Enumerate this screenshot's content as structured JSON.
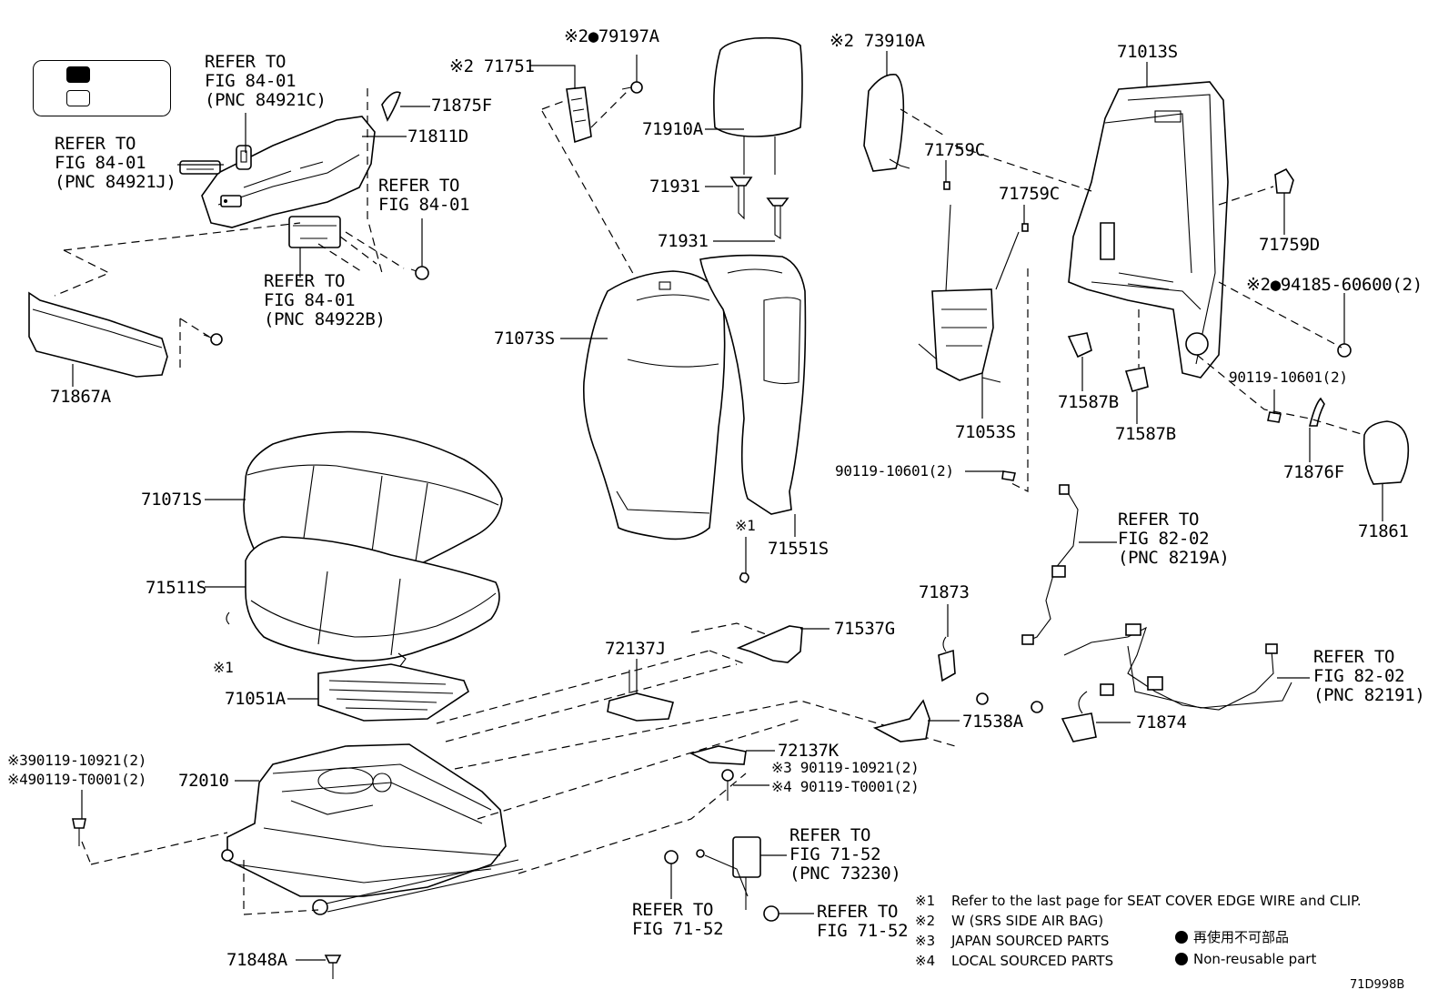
{
  "legend": {
    "swatches": [
      "filled",
      "outline"
    ]
  },
  "labels": {
    "refer_84921C": "REFER TO\nFIG 84-01\n(PNC 84921C)",
    "p71875F": "71875F",
    "p71811D": "71811D",
    "refer_84921J": "REFER TO\nFIG 84-01\n(PNC 84921J)",
    "refer_84_01": "REFER TO\nFIG 84-01",
    "refer_84922B": "REFER TO\nFIG 84-01\n(PNC 84922B)",
    "p71867A": "71867A",
    "p79197A": "※2●79197A",
    "p71751": "※2 71751",
    "p71910A": "71910A",
    "p71931a": "71931",
    "p71931b": "71931",
    "p71073S": "71073S",
    "p73910A": "※2 73910A",
    "p71013S": "71013S",
    "p71759Ca": "71759C",
    "p71759Cb": "71759C",
    "p71759D": "71759D",
    "p94185": "※2●94185-60600(2)",
    "p71053S": "71053S",
    "p71587Ba": "71587B",
    "p71587Bb": "71587B",
    "p90119_10601a": "90119-10601(2)",
    "p90119_10601b": "90119-10601(2)",
    "p71876F": "71876F",
    "p71861": "71861",
    "p71071S": "71071S",
    "note1a": "※1",
    "p71551S": "71551S",
    "p71511S": "71511S",
    "note1b": "※1",
    "refer_8219A": "REFER TO\nFIG 82-02\n(PNC 8219A)",
    "p71873": "71873",
    "p72137J": "72137J",
    "p71537G": "71537G",
    "p71051A": "71051A",
    "refer_82191": "REFER TO\nFIG 82-02\n(PNC 82191)",
    "p71538A": "71538A",
    "p71874": "71874",
    "p3_90119_10921": "※390119-10921(2)",
    "p4_90119_T0001": "※490119-T0001(2)",
    "p72010": "72010",
    "p72137K": "72137K",
    "p3b_90119_10921": "※3 90119-10921(2)",
    "p4b_90119_T0001": "※4 90119-T0001(2)",
    "refer_73230": "REFER TO\nFIG 71-52\n(PNC 73230)",
    "refer_71_52a": "REFER TO\nFIG 71-52",
    "refer_71_52b": "REFER TO\nFIG 71-52",
    "p71848A": "71848A"
  },
  "notes": {
    "n1_mark": "※1",
    "n1_text": "Refer to the last page for SEAT COVER EDGE WIRE and CLIP.",
    "n2_mark": "※2",
    "n2_text": "W (SRS SIDE AIR BAG)",
    "n3_mark": "※3",
    "n3_text": "JAPAN SOURCED PARTS",
    "n4_mark": "※4",
    "n4_text": "LOCAL SOURCED PARTS",
    "jp_text": "再使用不可部品",
    "en_text": "Non-reusable part"
  },
  "figure_id": "71D998B"
}
